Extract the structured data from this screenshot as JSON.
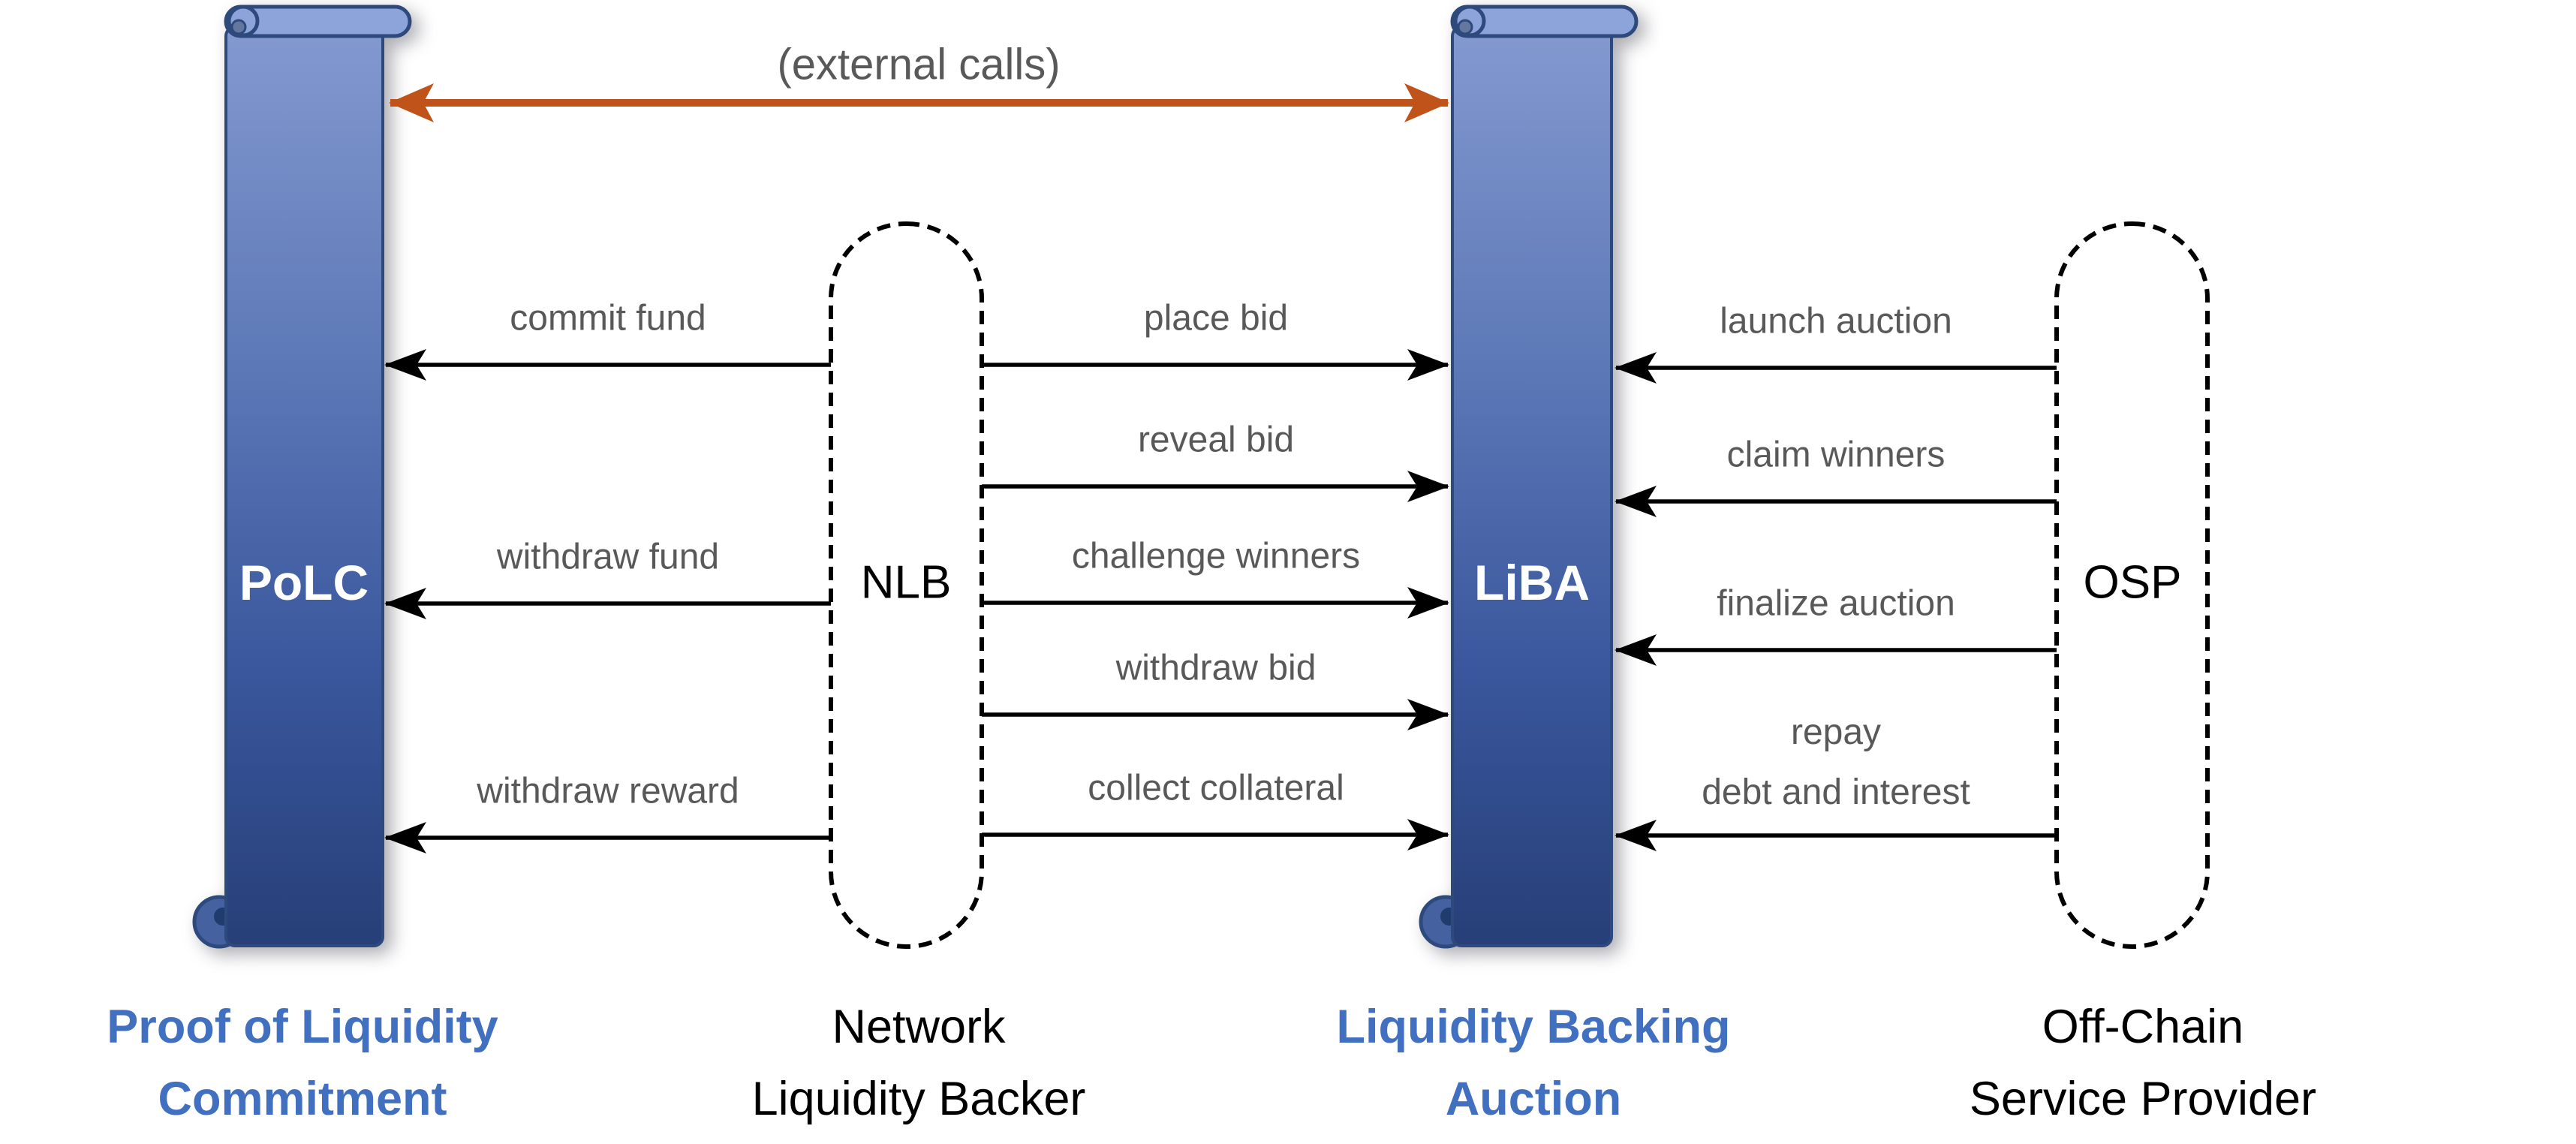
{
  "diagram": {
    "external_calls_label": "(external calls)",
    "entities": {
      "polc": {
        "name": "PoLC",
        "caption_line1": "Proof of Liquidity",
        "caption_line2": "Commitment"
      },
      "nlb": {
        "name": "NLB",
        "caption_line1": "Network",
        "caption_line2": "Liquidity Backer"
      },
      "liba": {
        "name": "LiBA",
        "caption_line1": "Liquidity Backing",
        "caption_line2": "Auction"
      },
      "osp": {
        "name": "OSP",
        "caption_line1": "Off-Chain",
        "caption_line2": "Service Provider"
      }
    },
    "calls": {
      "nlb_to_polc": [
        {
          "label": "commit fund"
        },
        {
          "label": "withdraw fund"
        },
        {
          "label": "withdraw reward"
        }
      ],
      "nlb_to_liba": [
        {
          "label": "place bid"
        },
        {
          "label": "reveal bid"
        },
        {
          "label": "challenge winners"
        },
        {
          "label": "withdraw bid"
        },
        {
          "label": "collect collateral"
        }
      ],
      "osp_to_liba": [
        {
          "label": "launch auction"
        },
        {
          "label": "claim winners"
        },
        {
          "label": "finalize auction"
        },
        {
          "label_line1": "repay",
          "label_line2": "debt and interest"
        }
      ]
    },
    "colors": {
      "contract_fill_top": "#8399d0",
      "contract_fill_bottom": "#273f78",
      "contract_border": "#2e4a7d",
      "external_arrow": "#c0531a",
      "call_arrow": "#000000",
      "call_label": "#595959",
      "contract_caption": "#4170c0",
      "actor_caption": "#000000",
      "entity_name_on_contract": "#ffffff"
    }
  }
}
